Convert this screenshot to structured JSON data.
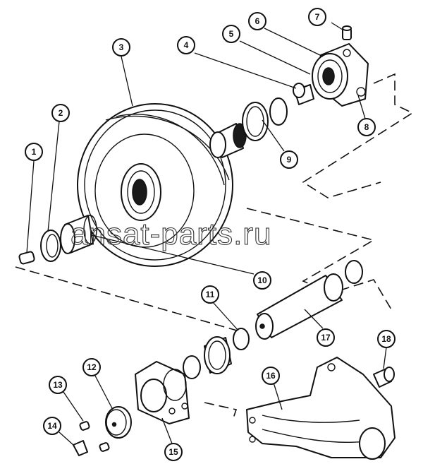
{
  "watermark": "ansat-parts.ru",
  "callouts": [
    {
      "num": "1"
    },
    {
      "num": "2"
    },
    {
      "num": "3"
    },
    {
      "num": "4"
    },
    {
      "num": "5"
    },
    {
      "num": "6"
    },
    {
      "num": "7"
    },
    {
      "num": "8"
    },
    {
      "num": "9"
    },
    {
      "num": "10"
    },
    {
      "num": "11"
    },
    {
      "num": "12"
    },
    {
      "num": "13"
    },
    {
      "num": "14"
    },
    {
      "num": "15"
    },
    {
      "num": "16"
    },
    {
      "num": "17"
    },
    {
      "num": "18"
    }
  ]
}
